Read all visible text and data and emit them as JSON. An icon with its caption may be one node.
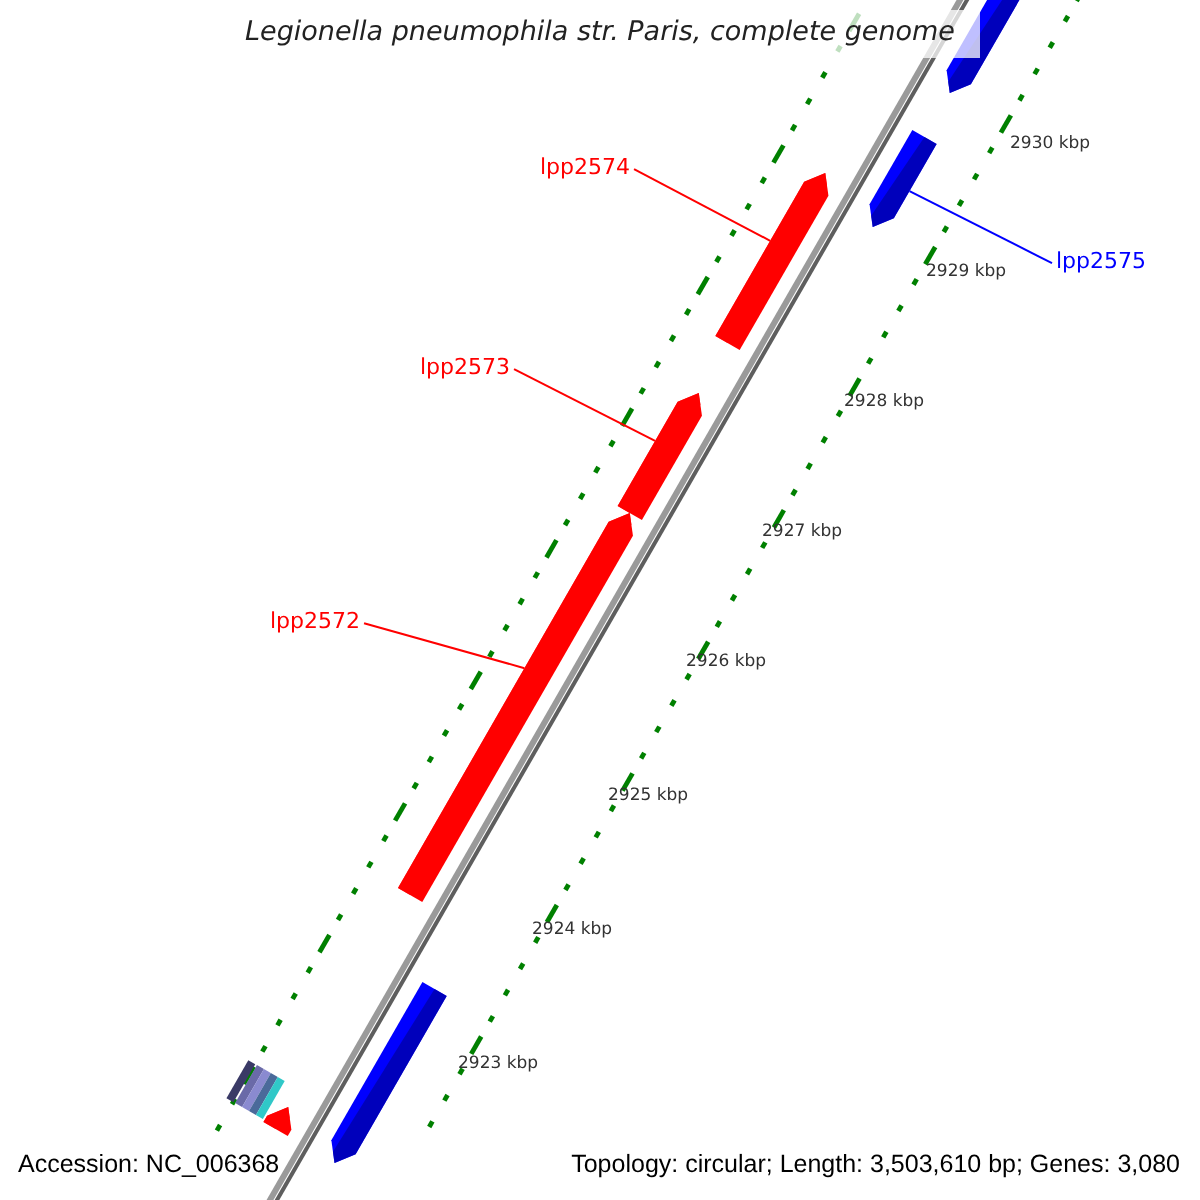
{
  "diagram": {
    "title": "Legionella pneumophila str. Paris, complete genome",
    "nodes": [
      {
        "text": [],
        "shape": "bar"
      },
      {
        "text": [],
        "shape": "bar"
      },
      {
        "text": [
          "lpp2575"
        ]
      },
      {
        "text": [
          "lpp2574"
        ]
      },
      {
        "text": [],
        "shape": "bar"
      },
      {
        "text": [
          "lpp2573"
        ]
      },
      {
        "text": [],
        "shape": "bar"
      },
      {
        "text": [
          "lpp2572"
        ]
      },
      {
        "text": [],
        "shape": "bar"
      },
      {
        "text": [],
        "shape": "bar"
      },
      {
        "text": [],
        "shape": "bar"
      }
    ],
    "edges": [
      {
        "from": 2,
        "to": 1,
        "arrow": "none",
        "color": "#0000ff"
      },
      {
        "from": 3,
        "to": 4,
        "arrow": "none"
      },
      {
        "from": 5,
        "to": 6,
        "arrow": "none"
      },
      {
        "from": 7,
        "to": 8,
        "arrow": "none"
      }
    ],
    "labels": [
      "2930 kbp",
      "2929 kbp",
      "2928 kbp",
      "2927 kbp",
      "2926 kbp",
      "2925 kbp",
      "2924 kbp",
      "2923 kbp",
      "Accession: NC_006368",
      "Topology: circular; Length: 3,503,610 bp; Genes: 3,080"
    ]
  }
}
